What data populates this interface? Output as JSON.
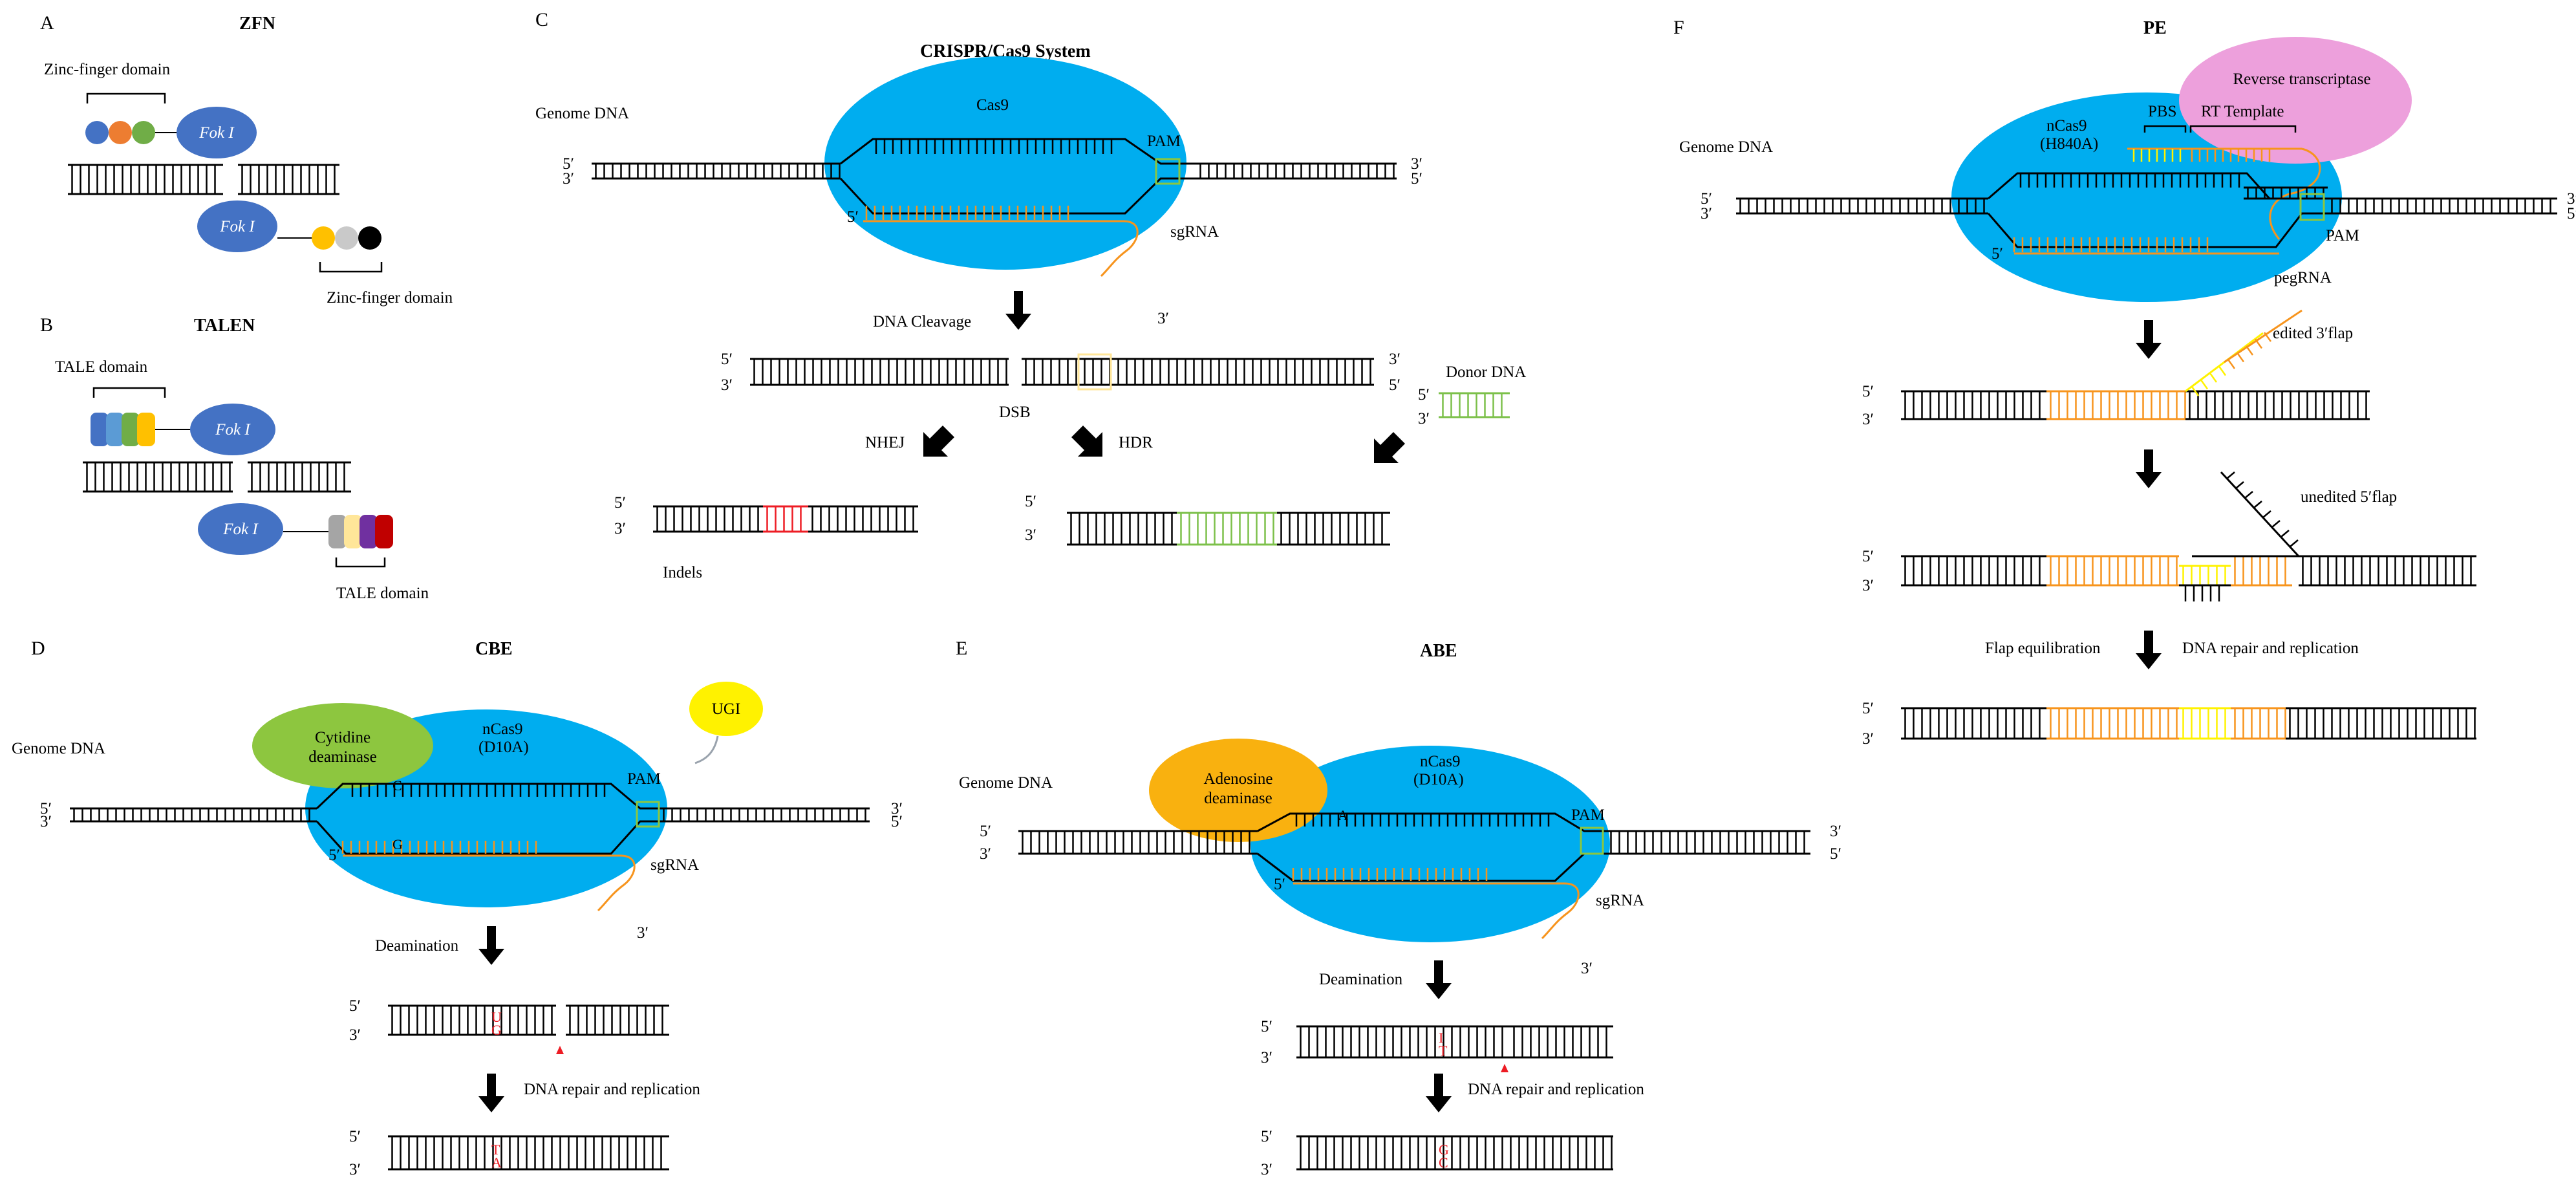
{
  "panels": {
    "A": {
      "letter": "A",
      "title": "ZFN",
      "zf_domain_top": "Zinc-finger domain",
      "zf_domain_bottom": "Zinc-finger domain",
      "fok_top": "Fok I",
      "fok_bottom": "Fok I"
    },
    "B": {
      "letter": "B",
      "title": "TALEN",
      "tale_top": "TALE domain",
      "tale_bottom": "TALE domain",
      "fok_top": "Fok I",
      "fok_bottom": "Fok I"
    },
    "C": {
      "letter": "C",
      "title": "CRISPR/Cas9 System",
      "genome": "Genome DNA",
      "cas9": "Cas9",
      "pam": "PAM",
      "sgrna": "sgRNA",
      "cleavage": "DNA Cleavage",
      "dsb": "DSB",
      "donor": "Donor DNA",
      "nhej": "NHEJ",
      "hdr": "HDR",
      "indels": "Indels"
    },
    "D": {
      "letter": "D",
      "title": "CBE",
      "genome": "Genome DNA",
      "deaminase": "Cytidine deaminase",
      "ncas9": "nCas9",
      "mut": "(D10A)",
      "ugi": "UGI",
      "pam": "PAM",
      "sgrna": "sgRNA",
      "base_top": "C",
      "base_bottom": "G",
      "deamination": "Deamination",
      "repair": "DNA repair and replication",
      "int_top": "U",
      "int_bottom": "G",
      "final_top": "T",
      "final_bottom": "A"
    },
    "E": {
      "letter": "E",
      "title": "ABE",
      "genome": "Genome DNA",
      "deaminase": "Adenosine deaminase",
      "ncas9": "nCas9",
      "mut": "(D10A)",
      "pam": "PAM",
      "sgrna": "sgRNA",
      "base_top": "A",
      "deamination": "Deamination",
      "repair": "DNA repair and replication",
      "int_top": "I",
      "int_bottom": "T",
      "final_top": "G",
      "final_bottom": "C"
    },
    "F": {
      "letter": "F",
      "title": "PE",
      "genome": "Genome DNA",
      "rt": "Reverse transcriptase",
      "ncas9": "nCas9",
      "mut": "(H840A)",
      "pbs": "PBS",
      "rt_template": "RT Template",
      "pam": "PAM",
      "pegrna": "pegRNA",
      "edited_flap": "edited 3′flap",
      "unedited_flap": "unedited 5′flap",
      "flap_eq": "Flap equilibration",
      "repair": "DNA repair and replication"
    }
  },
  "strand": {
    "five": "5′",
    "three": "3′"
  },
  "colors": {
    "cas9": "#00adef",
    "deaminase_c": "#8dc63f",
    "deaminase_a": "#f9b10f",
    "ugi": "#fff200",
    "rt": "#eda0dc",
    "fok": "#4472c4",
    "sgrna": "#f7941d",
    "pam": "#8cc63f",
    "donor": "#7cc04a",
    "indel": "#ed1c24",
    "edited": "#fff200",
    "base_red": "#ed1c24"
  }
}
